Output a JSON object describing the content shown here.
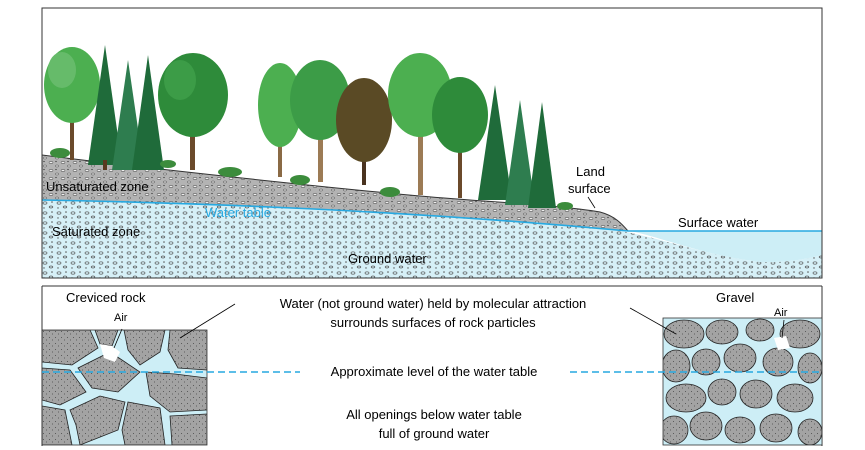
{
  "top_panel": {
    "labels": {
      "unsaturated_zone": "Unsaturated zone",
      "water_table": "Water table",
      "saturated_zone": "Saturated zone",
      "ground_water": "Ground water",
      "land_surface_line1": "Land",
      "land_surface_line2": "surface",
      "surface_water": "Surface water"
    }
  },
  "bottom_panel": {
    "labels": {
      "creviced_rock": "Creviced rock",
      "air_left": "Air",
      "molecular_line1": "Water (not ground water) held by molecular attraction",
      "molecular_line2": "surrounds surfaces of rock particles",
      "gravel": "Gravel",
      "air_right": "Air",
      "approx_level": "Approximate level of the water table",
      "openings_line1": "All openings below water table",
      "openings_line2": "full of ground water"
    }
  },
  "colors": {
    "water_table_line": "#27a9e1",
    "surface_water": "#cdeef6",
    "saturated_fill": "#d6f0f7",
    "unsaturated_fill": "#bdbdbd",
    "rock_fill": "#a8a8a8",
    "tree_green": "#2e8b3a",
    "conifer_green": "#1f6b3a"
  },
  "icons": {
    "trees": "deciduous-tree-icon",
    "conifers": "conifer-tree-icon"
  }
}
